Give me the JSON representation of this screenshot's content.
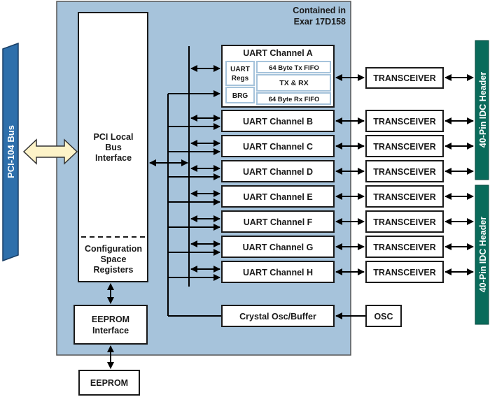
{
  "colors": {
    "board": "#a6c3db",
    "bus_bar": "#2e6fab",
    "header_bar": "#0a6b5b",
    "bus_arrow_fill": "#fdf3c8",
    "inner_cell_border": "#a6c3db"
  },
  "diagram": {
    "container_label_line1": "Contained in",
    "container_label_line2": "Exar 17D158",
    "pci_bus_label": "PCI-104 Bus",
    "pci_interface": {
      "line1": "PCI Local",
      "line2": "Bus",
      "line3": "Interface"
    },
    "config_registers": {
      "line1": "Configuration",
      "line2": "Space",
      "line3": "Registers"
    },
    "eeprom_interface": {
      "line1": "EEPROM",
      "line2": "Interface"
    },
    "eeprom": "EEPROM",
    "uart_a": {
      "title": "UART Channel A",
      "regs_line1": "UART",
      "regs_line2": "Regs",
      "brg": "BRG",
      "tx_fifo": "64 Byte Tx FIFO",
      "tx_rx": "TX & RX",
      "rx_fifo": "64 Byte Rx FIFO"
    },
    "uart_channels": [
      "UART Channel B",
      "UART Channel C",
      "UART Channel D",
      "UART Channel E",
      "UART Channel F",
      "UART Channel G",
      "UART Channel H"
    ],
    "transceivers": [
      "TRANSCEIVER",
      "TRANSCEIVER",
      "TRANSCEIVER",
      "TRANSCEIVER",
      "TRANSCEIVER",
      "TRANSCEIVER",
      "TRANSCEIVER",
      "TRANSCEIVER"
    ],
    "crystal_osc": "Crystal Osc/Buffer",
    "osc": "OSC",
    "header_top": "40-Pin IDC Header",
    "header_bottom": "40-Pin IDC Header"
  }
}
